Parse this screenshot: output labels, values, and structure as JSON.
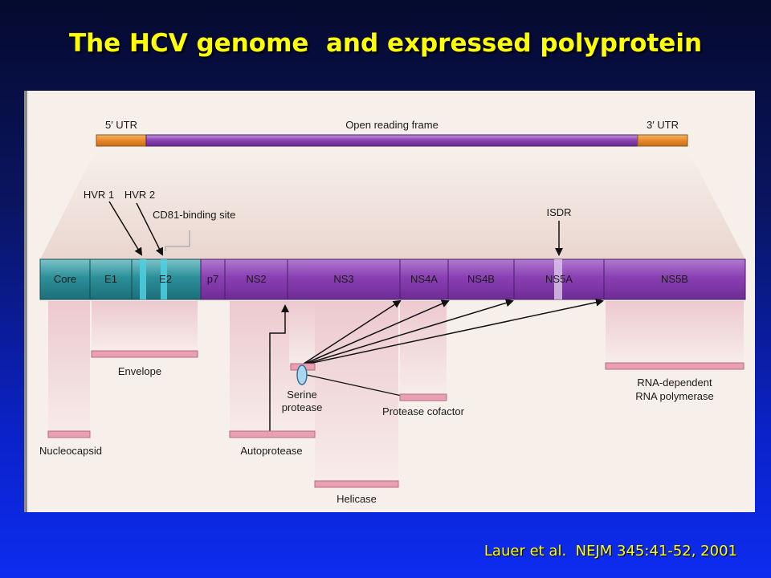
{
  "slide": {
    "title": "The HCV genome  and expressed polyprotein",
    "citation": "Lauer et al.  NEJM 345:41-52, 2001"
  },
  "genome": {
    "utr5_label": "5′ UTR",
    "orf_label": "Open reading frame",
    "utr3_label": "3′ UTR"
  },
  "polyprotein": {
    "segments": [
      "Core",
      "E1",
      "E2",
      "p7",
      "NS2",
      "NS3",
      "NS4A",
      "NS4B",
      "NS5A",
      "NS5B"
    ]
  },
  "annotations": {
    "hvr1": "HVR 1",
    "hvr2": "HVR 2",
    "cd81": "CD81-binding site",
    "isdr": "ISDR"
  },
  "functions": {
    "envelope": "Envelope",
    "nucleocapsid": "Nucleocapsid",
    "autoprotease": "Autoprotease",
    "serine_protease_1": "Serine",
    "serine_protease_2": "protease",
    "protease_cofactor": "Protease cofactor",
    "helicase": "Helicase",
    "rna_polymerase_1": "RNA-dependent",
    "rna_polymerase_2": "RNA polymerase"
  },
  "colors": {
    "utr": "#e8882a",
    "orf": "#8a3fb3",
    "structural": "#2b8f99",
    "nonstructural": "#8a3fb3",
    "projection": "#ecc9d0",
    "function_bar": "#e8a0b2"
  }
}
